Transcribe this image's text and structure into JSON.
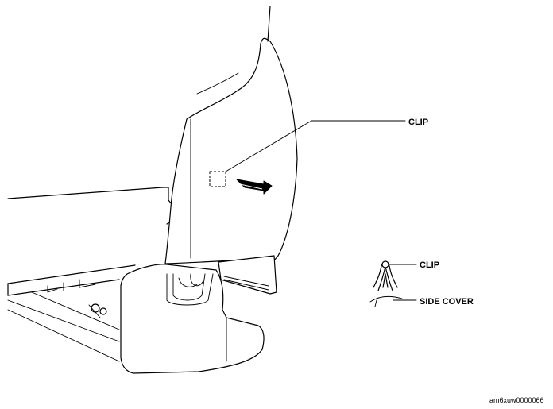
{
  "diagram": {
    "labels": {
      "clip_top": "CLIP",
      "clip_detail": "CLIP",
      "side_cover": "SIDE COVER"
    },
    "figure_code": "am6xuw0000066",
    "colors": {
      "ink": "#000000",
      "paper": "#ffffff"
    }
  }
}
